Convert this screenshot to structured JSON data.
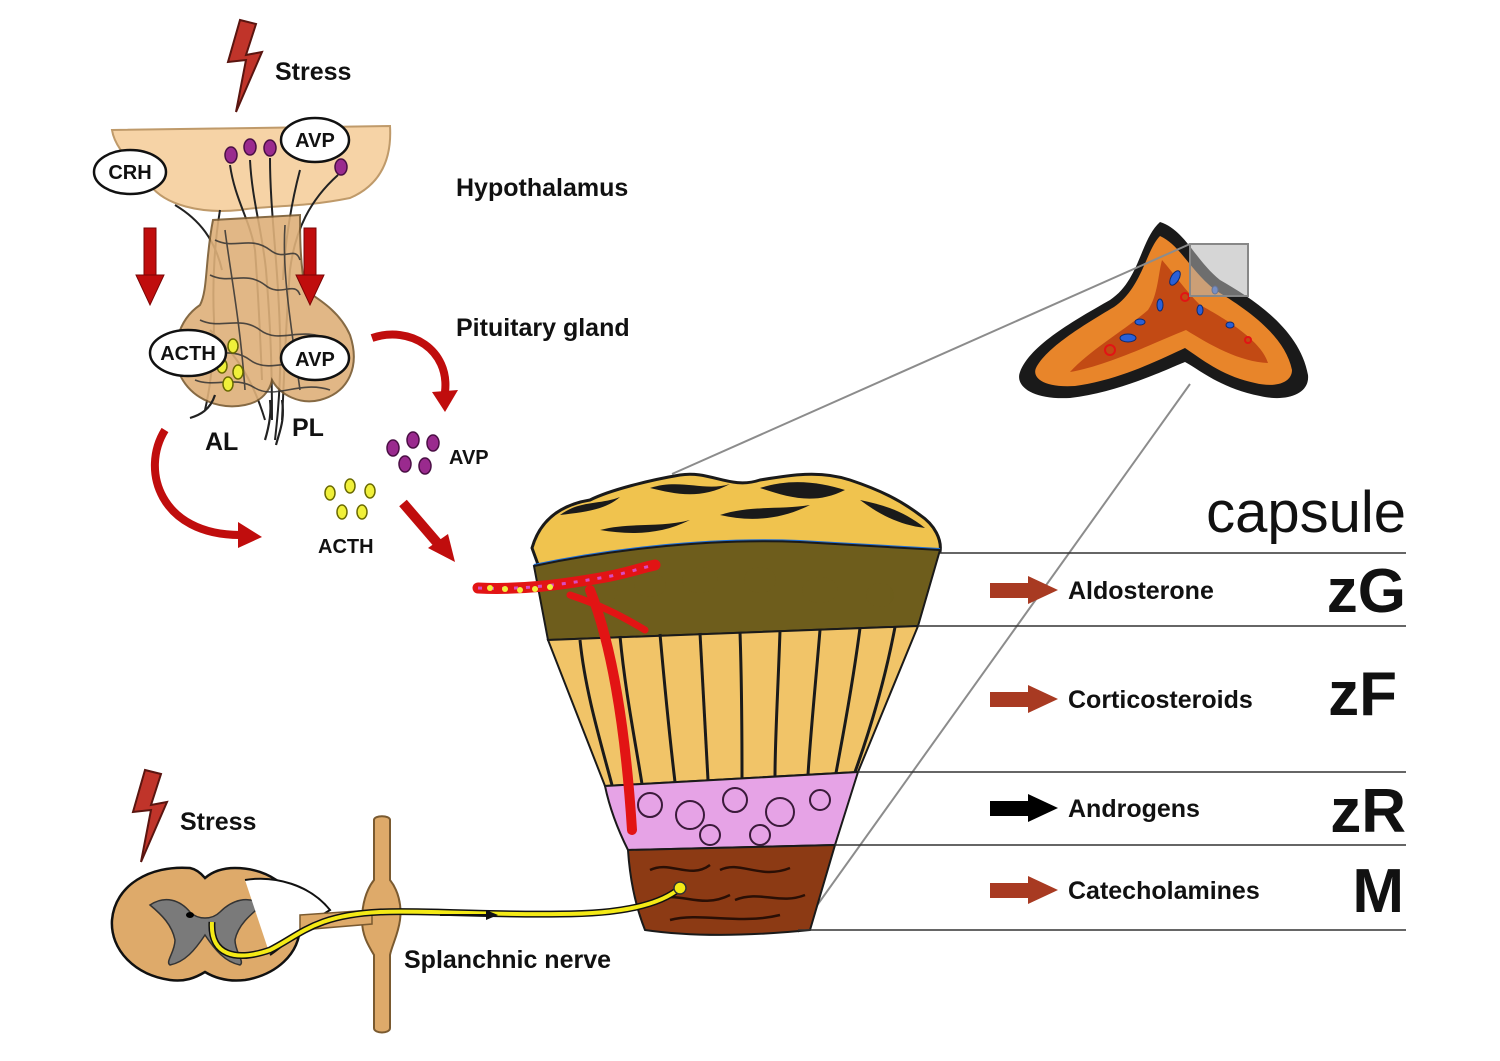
{
  "labels": {
    "stress_top": "Stress",
    "stress_bottom": "Stress",
    "hypothalamus": "Hypothalamus",
    "pituitary": "Pituitary gland",
    "crh": "CRH",
    "avp_top": "AVP",
    "acth_oval": "ACTH",
    "avp_oval": "AVP",
    "al": "AL",
    "pl": "PL",
    "avp_free": "AVP",
    "acth_free": "ACTH",
    "splanchnic": "Splanchnic nerve"
  },
  "zones": {
    "capsule": "capsule",
    "items": [
      {
        "zone": "zG",
        "hormone": "Aldosterone",
        "arrow_color": "#a83a22"
      },
      {
        "zone": "zF",
        "hormone": "Corticosteroids",
        "arrow_color": "#a83a22"
      },
      {
        "zone": "zR",
        "hormone": "Androgens",
        "arrow_color": "#000000"
      },
      {
        "zone": "M",
        "hormone": "Catecholamines",
        "arrow_color": "#a83a22"
      }
    ]
  },
  "colors": {
    "hypothalamus": "#f6d3a6",
    "pituitary": "#deb07a",
    "arrow_red": "#c00d0d",
    "capsule": "#f0c34e",
    "zona_glomerulosa": "#6e5d1c",
    "zona_fasciculata": "#f1c468",
    "zona_reticularis": "#e6a3e6",
    "medulla": "#8c3a14",
    "avp_granule": "#9a2a8e",
    "acth_granule": "#f0f03a",
    "nerve": "#f4ea16"
  }
}
